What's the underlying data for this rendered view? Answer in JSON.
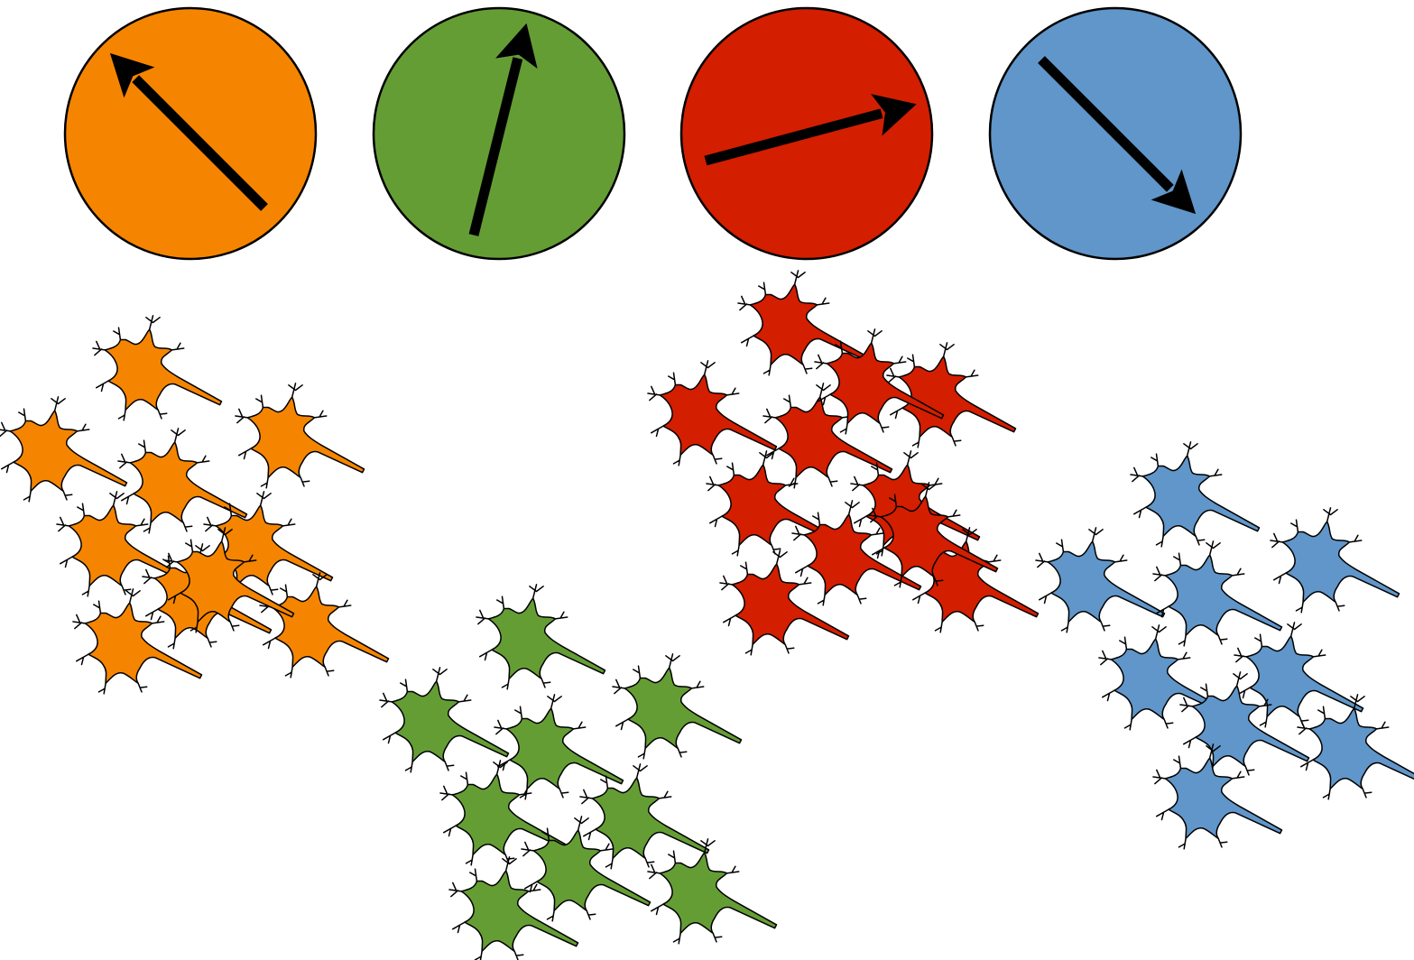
{
  "groups": [
    {
      "name": "orange",
      "color": "#f58500",
      "cell_count": 10,
      "arrow_direction_deg": 135
    },
    {
      "name": "green",
      "color": "#659d35",
      "cell_count": 9,
      "arrow_direction_deg": 76
    },
    {
      "name": "red",
      "color": "#d41e00",
      "cell_count": 11,
      "arrow_direction_deg": 15
    },
    {
      "name": "blue",
      "color": "#6096c9",
      "cell_count": 9,
      "arrow_direction_deg": -45
    }
  ],
  "stroke_color": "#000000",
  "background": "#ffffff"
}
